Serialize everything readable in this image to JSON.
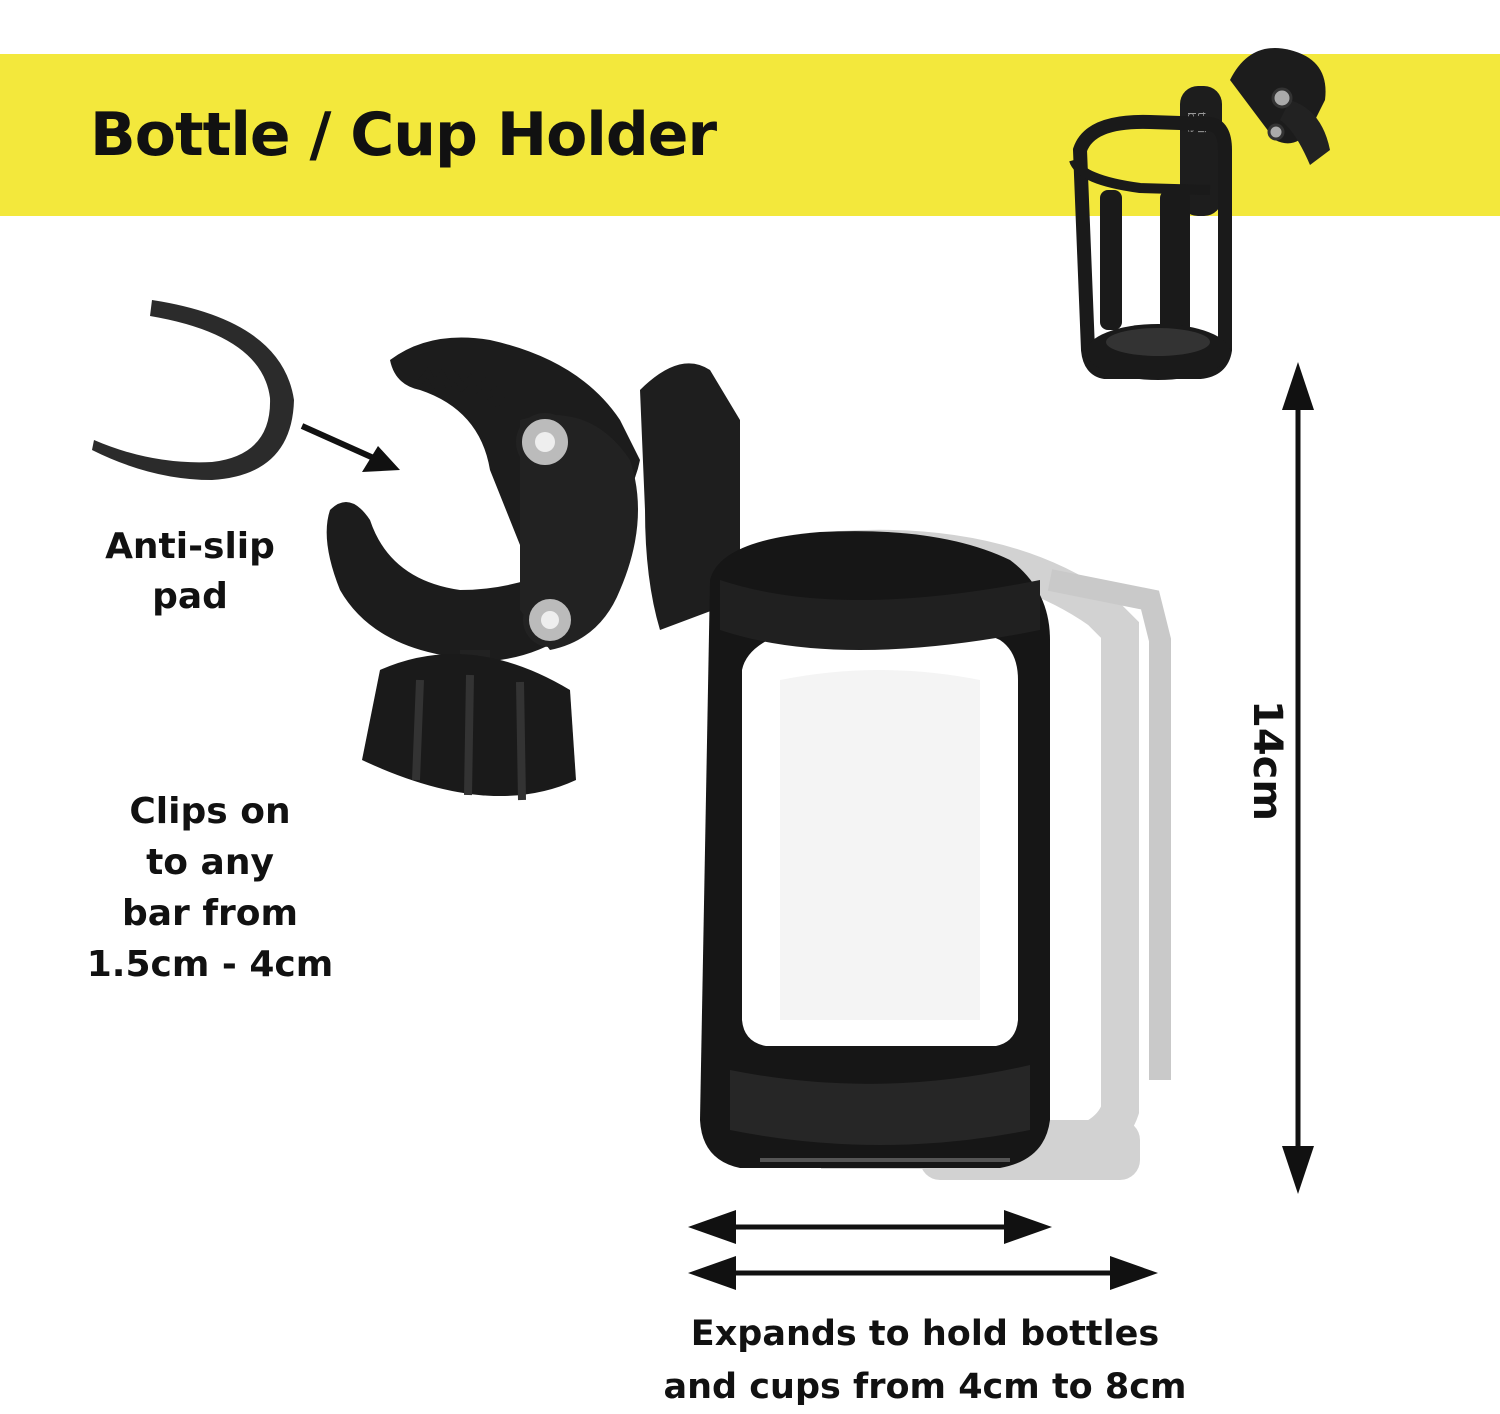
{
  "header": {
    "title": "Bottle / Cup Holder"
  },
  "captions": {
    "anti_slip": [
      "Anti-slip",
      "pad"
    ],
    "clips": [
      "Clips on",
      "to any",
      "bar from",
      "1.5cm - 4cm"
    ],
    "expand": [
      "Expands to hold bottles",
      "and cups from 4cm to 8cm"
    ],
    "height": "14cm"
  },
  "product_logo": [
    "tedi",
    "bee"
  ],
  "colors": {
    "banner": "#f3e83c",
    "product": "#1a1a1a",
    "ghost": "#c9c9c9",
    "text": "#111111"
  }
}
